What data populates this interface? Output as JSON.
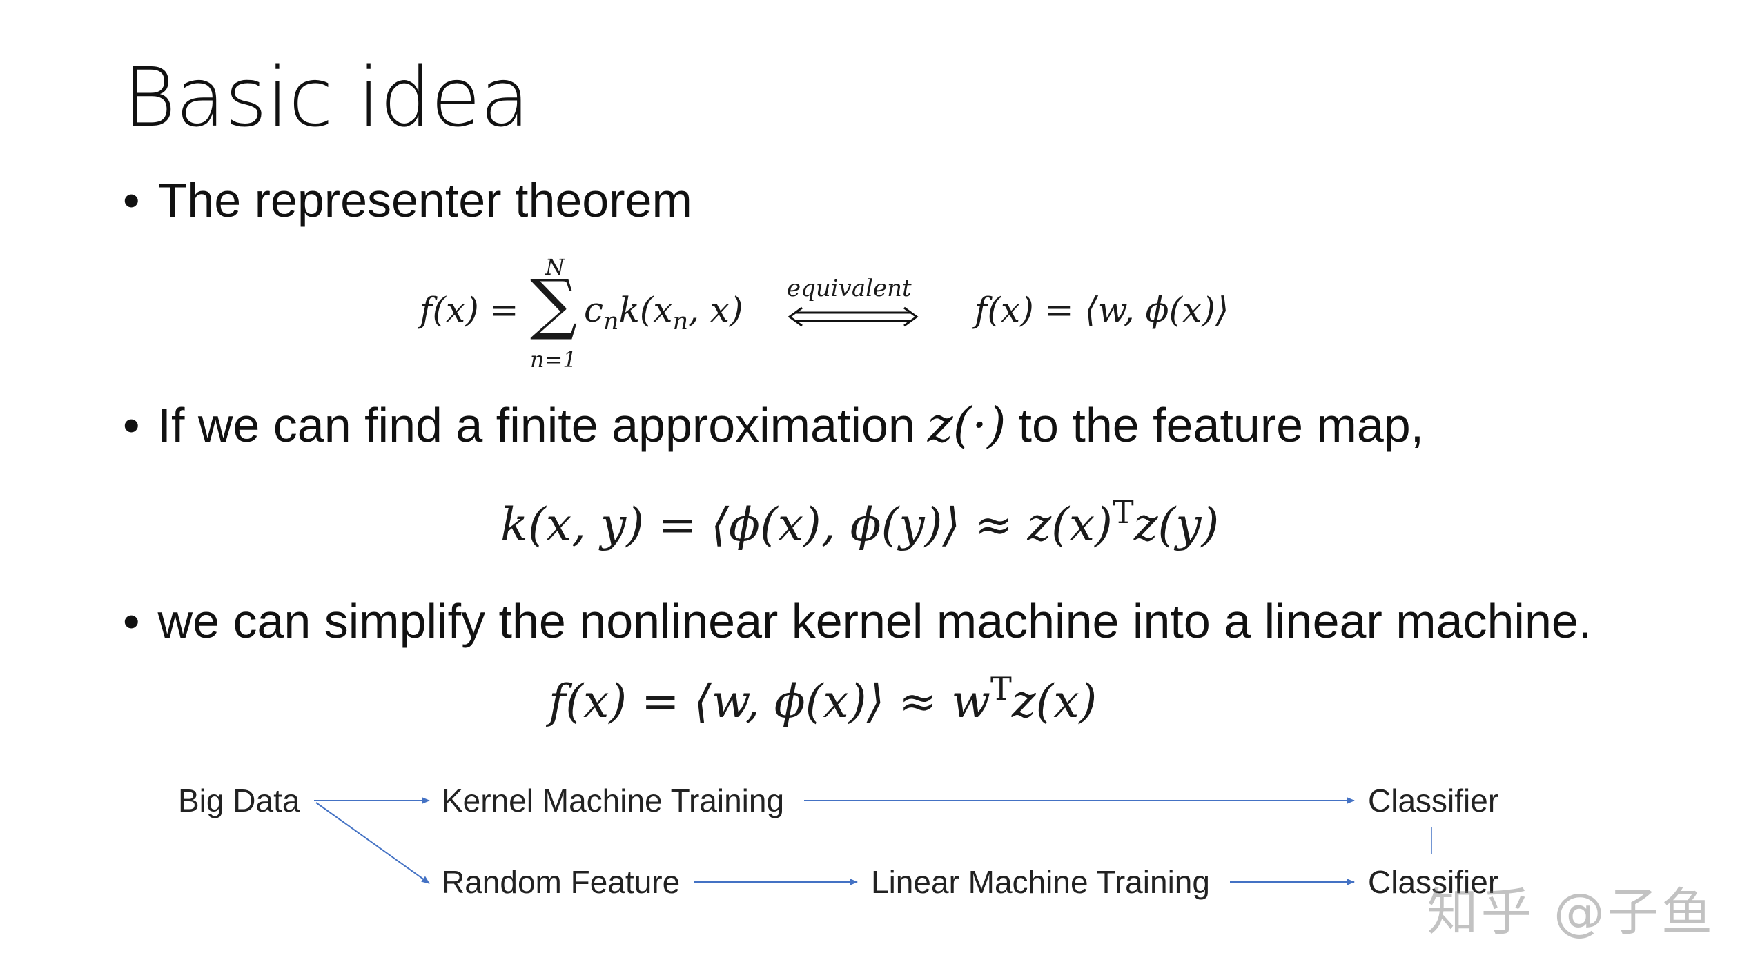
{
  "slide": {
    "title": "Basic idea",
    "bullets": [
      "The representer theorem",
      "If we can find a finite approximation",
      "to the feature map,",
      "we can simplify the nonlinear kernel machine into a linear machine."
    ],
    "equations": {
      "representer_lhs": "f(x) =",
      "sum_upper": "N",
      "sum_lower": "n=1",
      "sum_symbol": "∑",
      "representer_body_c": "c",
      "representer_body_sub_n": "n",
      "representer_body_k": "k(x",
      "representer_body_sub_n2": "n",
      "representer_body_end": ", x)",
      "equivalent_label": "equivalent",
      "representer_rhs": "f(x) = ⟨w, ϕ(x)⟩",
      "feature_map_symbol": "z(·)",
      "kernel_approx_left": "k(x, y) = ⟨ϕ(x), ϕ(y)⟩ ≈ z(x)",
      "kernel_approx_sup": "T",
      "kernel_approx_right": "z(y)",
      "linear_left": "f(x) = ⟨w, ϕ(x)⟩ ≈ w",
      "linear_sup": "T",
      "linear_right": "z(x)"
    }
  },
  "diagram": {
    "big_data": "Big Data",
    "kernel_training": "Kernel Machine Training",
    "classifier_top": "Classifier",
    "random_feature": "Random Feature",
    "linear_training": "Linear Machine Training",
    "classifier_bottom": "Classifier",
    "arrow_color": "#4472c4"
  },
  "watermark": "知乎 @子鱼"
}
